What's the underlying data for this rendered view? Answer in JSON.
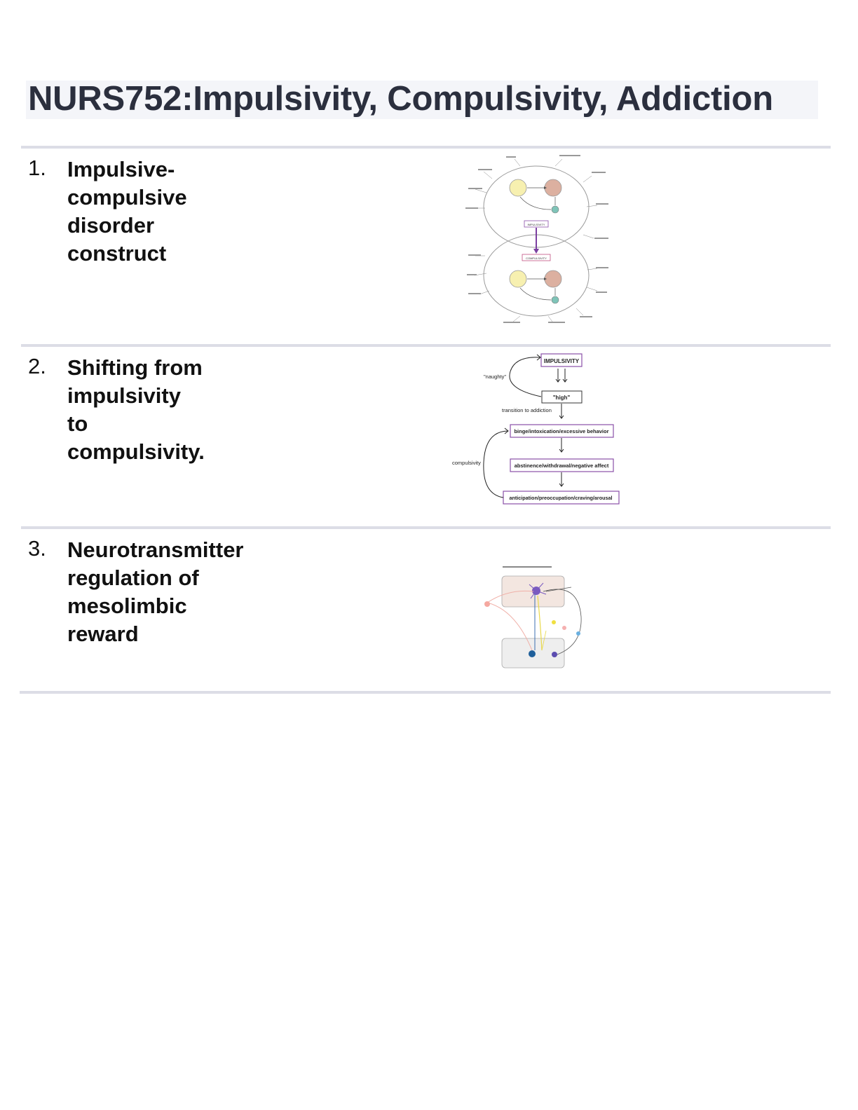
{
  "page": {
    "title": "NURS752:Impulsivity, Compulsivity, Addiction"
  },
  "items": [
    {
      "number": "1.",
      "label_lines": [
        "Impulsive-compulsive disorder",
        "construct"
      ],
      "figure": {
        "upper_box": "IMPULSIVITY",
        "lower_box": "COMPULSIVITY"
      }
    },
    {
      "number": "2.",
      "label_lines": [
        "Shifting from impulsivity to",
        "compulsivity."
      ],
      "figure": {
        "impulsivity": "IMPULSIVITY",
        "naughty": "\"naughty\"",
        "high": "\"high\"",
        "transition": "transition to addiction",
        "binge": "binge/intoxication/excessive behavior",
        "abstinence": "abstinence/withdrawal/negative affect",
        "anticipation": "anticipation/preoccupation/craving/arousal",
        "compulsivity": "compulsivity"
      }
    },
    {
      "number": "3.",
      "label_lines": [
        "Neurotransmitter",
        "regulation of",
        "mesolimbic",
        "reward"
      ],
      "figure": {}
    }
  ],
  "colors": {
    "title_text": "#2b2f3e",
    "rule": "#dcdde6",
    "purple_accent": "#7b3fa0"
  }
}
